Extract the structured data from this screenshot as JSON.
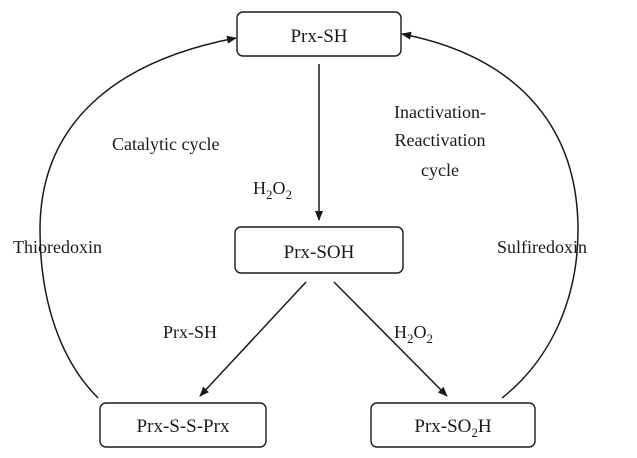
{
  "nodes": {
    "prx_sh": {
      "label": "Prx-SH"
    },
    "prx_soh": {
      "label": "Prx-SOH"
    },
    "prx_ssprx": {
      "label": "Prx-S-S-Prx"
    },
    "prx_so2h": {
      "label_main": "Prx-SO",
      "label_sub": "2",
      "label_end": "H"
    }
  },
  "labels": {
    "catalytic_cycle": "Catalytic cycle",
    "inactivation_line1": "Inactivation-",
    "inactivation_line2": "Reactivation",
    "inactivation_line3": "cycle",
    "thioredoxin": "Thioredoxin",
    "sulfiredoxin": "Sulfiredoxin",
    "h2o2_top": {
      "a": "H",
      "s1": "2",
      "b": "O",
      "s2": "2"
    },
    "h2o2_right": {
      "a": "H",
      "s1": "2",
      "b": "O",
      "s2": "2"
    },
    "prx_sh_edge": "Prx-SH"
  }
}
